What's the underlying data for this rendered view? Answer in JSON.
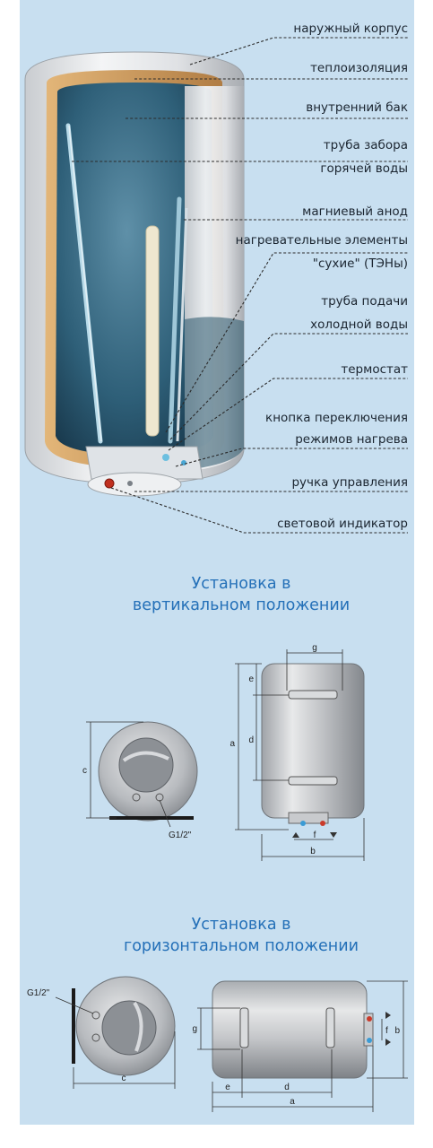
{
  "labels": {
    "outer_casing": "наружный корпус",
    "insulation": "теплоизоляция",
    "inner_tank": "внутренний бак",
    "hot_pipe_1": "труба забора",
    "hot_pipe_2": "горячей воды",
    "anode": "магниевый анод",
    "heaters_1": "нагревательные элементы",
    "heaters_2": "\"сухие\" (ТЭНы)",
    "cold_pipe_1": "труба подачи",
    "cold_pipe_2": "холодной воды",
    "thermostat": "термостат",
    "mode_btn_1": "кнопка переключения",
    "mode_btn_2": "режимов нагрева",
    "control_knob": "ручка управления",
    "indicator": "световой индикатор"
  },
  "vertical": {
    "heading_1": "Установка в",
    "heading_2": "вертикальном положении",
    "dims": {
      "a": "a",
      "b": "b",
      "c": "c",
      "d": "d",
      "e": "e",
      "f": "f",
      "g": "g",
      "thread": "G1/2\""
    }
  },
  "horizontal": {
    "heading_1": "Установка в",
    "heading_2": "горизонтальном положении",
    "dims": {
      "a": "a",
      "b": "b",
      "c": "c",
      "d": "d",
      "e": "e",
      "f": "f",
      "g": "g",
      "thread": "G1/2\""
    }
  },
  "colors": {
    "panel": "#c8dff0",
    "heading": "#2470b8",
    "tank_interior": "#27536a",
    "insulation": "#c9965a"
  }
}
